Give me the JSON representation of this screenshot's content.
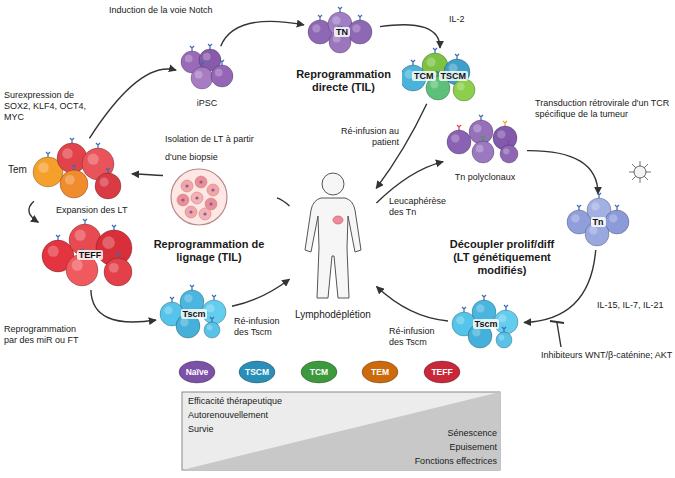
{
  "diagram": {
    "nodes": [
      {
        "text": [
          "iPSC"
        ]
      },
      {
        "text": [
          "TN"
        ]
      },
      {
        "text": [
          "TCM",
          "TSCM"
        ]
      },
      {
        "text": [
          "Isolation de LT à partir d'une biopsie"
        ]
      },
      {
        "text": [
          "Tem"
        ]
      },
      {
        "text": [
          "TEFF"
        ]
      },
      {
        "text": [
          "Lymphodéplétion"
        ]
      },
      {
        "text": [
          "Tscm"
        ]
      },
      {
        "text": [
          "Tn polyclonaux"
        ]
      },
      {
        "text": [
          "Tn"
        ]
      },
      {
        "text": [
          "Tscm"
        ]
      },
      {
        "text": [
          "Naïve"
        ]
      },
      {
        "text": [
          "TSCM"
        ]
      },
      {
        "text": [
          "TCM"
        ]
      },
      {
        "text": [
          "TEM"
        ]
      },
      {
        "text": [
          "TEFF"
        ]
      }
    ],
    "edges": [
      {
        "from": 4,
        "to": 0,
        "label": "Surexpression de SOX2, KLF4, OCT4, MYC",
        "arrow": "to"
      },
      {
        "from": 0,
        "to": 1,
        "label": "Induction de la voie Notch",
        "arrow": "to"
      },
      {
        "from": 1,
        "to": 2,
        "label": "IL-2",
        "arrow": "to"
      },
      {
        "from": 2,
        "to": 6,
        "label": "Ré-infusion au patient",
        "arrow": "to"
      },
      {
        "from": 3,
        "to": 4,
        "arrow": "to"
      },
      {
        "from": 6,
        "to": 3,
        "arrow": "none"
      },
      {
        "from": 4,
        "to": 5,
        "label": "Expansion des LT",
        "arrow": "to"
      },
      {
        "from": 5,
        "to": 7,
        "label": "Reprogrammation par des miR ou FT",
        "arrow": "to"
      },
      {
        "from": 7,
        "to": 6,
        "label": "Ré-infusion des Tscm",
        "arrow": "to"
      },
      {
        "from": 6,
        "to": 8,
        "label": "Leucaphérèse des Tn",
        "arrow": "to"
      },
      {
        "from": 8,
        "to": 9,
        "label": "Transduction rétrovirale d'un TCR spécifique de la tumeur",
        "arrow": "to"
      },
      {
        "from": 9,
        "to": 10,
        "label": "IL-15, IL-7, IL-21",
        "arrow": "to"
      },
      {
        "from": 10,
        "to": 6,
        "label": "Ré-infusion des Tscm",
        "arrow": "to"
      }
    ],
    "labels": [
      "Reprogrammation directe (TIL)",
      "Reprogrammation de lignage (TIL)",
      "Découpler prolif/diff (LT génétiquement modifiés)",
      "Inhibiteurs WNT/β-caténine; AKT",
      "Efficacité thérapeutique",
      "Autorenouvellement",
      "Survie",
      "Sénescence",
      "Epuisement",
      "Fonctions effectrices"
    ]
  }
}
